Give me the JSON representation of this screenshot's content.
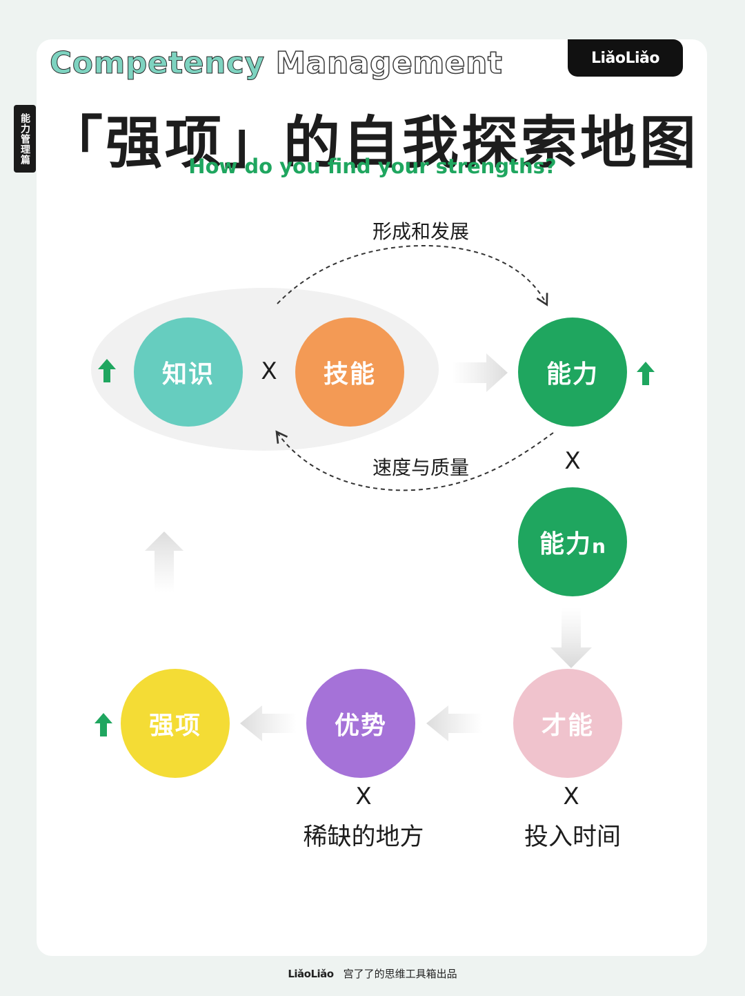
{
  "header": {
    "side_tab": "能力管理篇",
    "brand": "LiǎoLiǎo",
    "english_word1": "Competency",
    "english_word2": "Management",
    "title": "「强项」的自我探索地图",
    "subtitle": "How do you find your strengths?"
  },
  "diagram": {
    "knowledge": "知识",
    "skill": "技能",
    "ability": "能力",
    "ability_n": "能力",
    "ability_n_suffix": "n",
    "talent": "才能",
    "advantage": "优势",
    "strength": "强项",
    "loop_top_label": "形成和发展",
    "loop_bottom_label": "速度与质量",
    "times": "X",
    "advantage_factor": "稀缺的地方",
    "talent_factor": "投入时间"
  },
  "colors": {
    "knowledge": "#66cdbf",
    "skill": "#f39a55",
    "ability": "#1fa65f",
    "talent": "#f0c3cd",
    "advantage": "#a572d8",
    "strength": "#f4dc35",
    "arrow_up": "#1fa65f"
  },
  "footer": {
    "brand": "LiǎoLiǎo",
    "text": "宫了了的思维工具箱出品"
  }
}
